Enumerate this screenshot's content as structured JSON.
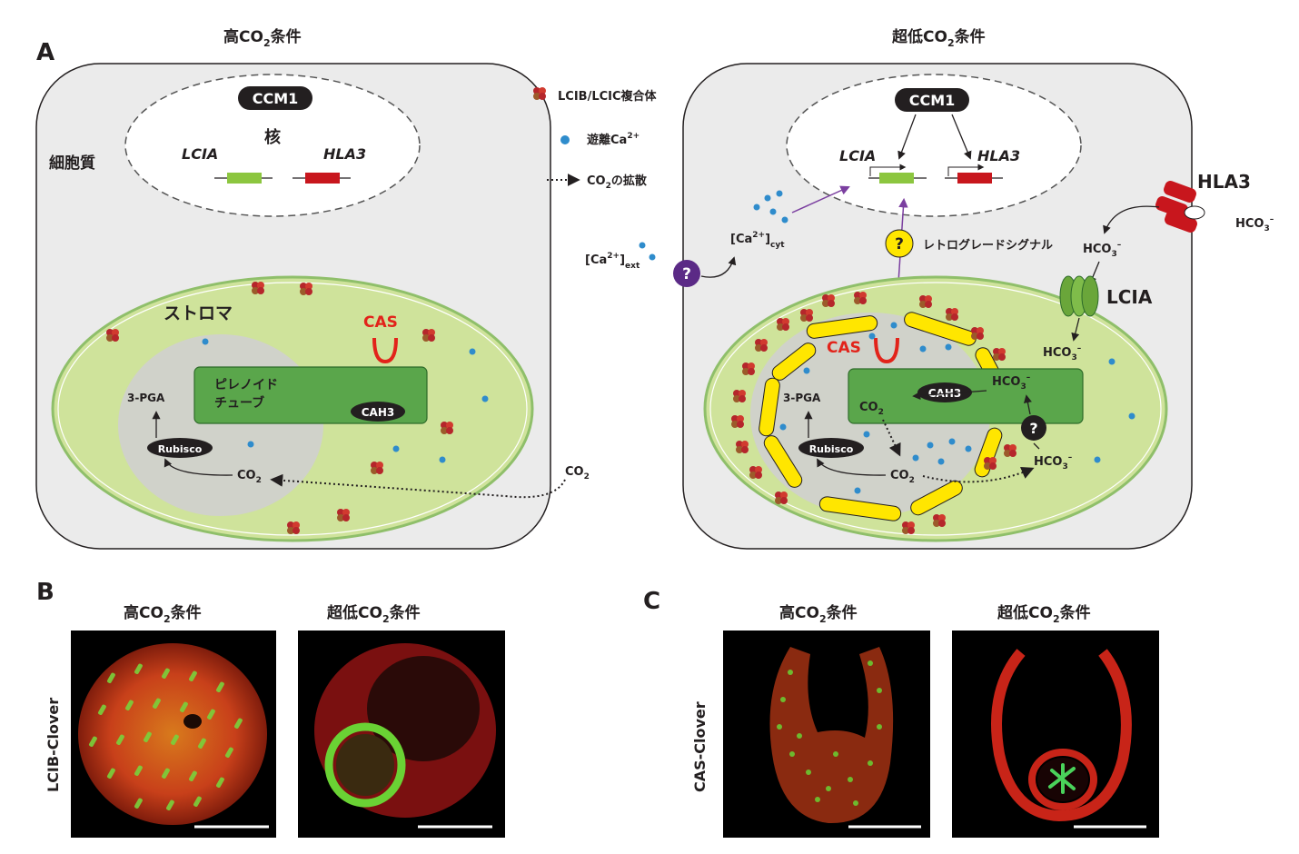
{
  "colors": {
    "cytoplasm": "#ebebeb",
    "chloroplast": "#cfe39b",
    "pyrenoid": "#cfcfcf",
    "tubule": "#5aa64b",
    "cas": "#e2231a",
    "lcia_gene": "#8cc63f",
    "hla3_gene": "#c8161d",
    "ca_dot": "#2f8ccc",
    "sheath": "#ffe600",
    "pathway_arrow": "#7b3fa0",
    "hla3_protein": "#c8161d",
    "lcia_protein": "#6aa63a"
  },
  "panel_a": {
    "label": "A",
    "left_title_pre": "高CO",
    "left_title_sub": "2",
    "left_title_post": "条件",
    "right_title_pre": "超低CO",
    "right_title_sub": "2",
    "right_title_post": "条件",
    "cytoplasm_label": "細胞質",
    "nucleus_label": "核",
    "ccm1": "CCM1",
    "lcia_gene": "LCIA",
    "hla3_gene": "HLA3",
    "stroma_label": "ストロマ",
    "cas_label": "CAS",
    "tubule_line1": "ピレノイド",
    "tubule_line2": "チューブ",
    "cah3": "CAH3",
    "pga": "3-PGA",
    "rubisco": "Rubisco",
    "co2": "CO",
    "co2_sub": "2",
    "hco3": "HCO",
    "hco3_sub": "3",
    "hco3_sup": "–",
    "hla3_protein": "HLA3",
    "lcia_protein": "LCIA",
    "question": "?",
    "retrograde_signal": "レトログレードシグナル",
    "ca_ext_pre": "[Ca",
    "ca_sup": "2+",
    "ca_close": "]",
    "ca_ext_sub": "ext",
    "ca_cyt_sub": "cyt"
  },
  "legend": {
    "lcib_complex": "LCIB/LCIC複合体",
    "free_ca_pre": "遊離Ca",
    "free_ca_sup": "2+",
    "diffusion_pre": "CO",
    "diffusion_sub": "2",
    "diffusion_post": "の拡散"
  },
  "panel_b": {
    "label": "B",
    "row_label": "LCIB-Clover",
    "title1_pre": "高CO",
    "title1_sub": "2",
    "title1_post": "条件",
    "title2_pre": "超低CO",
    "title2_sub": "2",
    "title2_post": "条件"
  },
  "panel_c": {
    "label": "C",
    "row_label": "CAS-Clover",
    "title1_pre": "高CO",
    "title1_sub": "2",
    "title1_post": "条件",
    "title2_pre": "超低CO",
    "title2_sub": "2",
    "title2_post": "条件"
  }
}
